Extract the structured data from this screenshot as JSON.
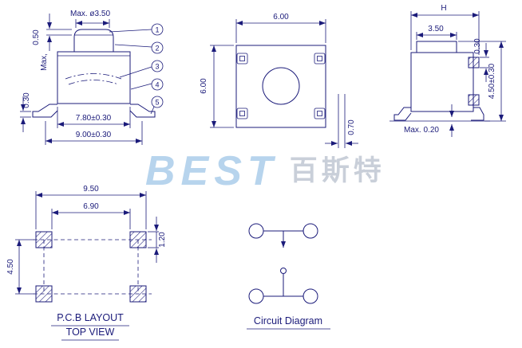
{
  "colors": {
    "ink": "#1b1b7a",
    "wm_blue": "#b7d4ed",
    "wm_gray": "#c9cfd9",
    "paper": "#ffffff"
  },
  "watermark": {
    "brand": "BEST",
    "brand_cn": "百斯特"
  },
  "front_view": {
    "cap_dia": "Max. ø3.50",
    "travel": "0.50",
    "travel_note": "Max,",
    "body_w": "7.80±0.30",
    "overall_w": "9.00±0.30",
    "foot_t": "0.30",
    "callouts": [
      "1",
      "2",
      "3",
      "4",
      "5"
    ]
  },
  "top_view": {
    "width": "6.00",
    "height": "6.00",
    "term": "0.70"
  },
  "side_view": {
    "h": "H",
    "cap": "3.50",
    "height": "4.50±0.30",
    "term": "0.30",
    "standoff": "Max. 0.20"
  },
  "pcb": {
    "outer": "9.50",
    "inner": "6.90",
    "pad": "1.20",
    "row": "4.50",
    "title": "P.C.B LAYOUT",
    "subtitle": "TOP VIEW"
  },
  "circuit": {
    "title": "Circuit Diagram"
  }
}
